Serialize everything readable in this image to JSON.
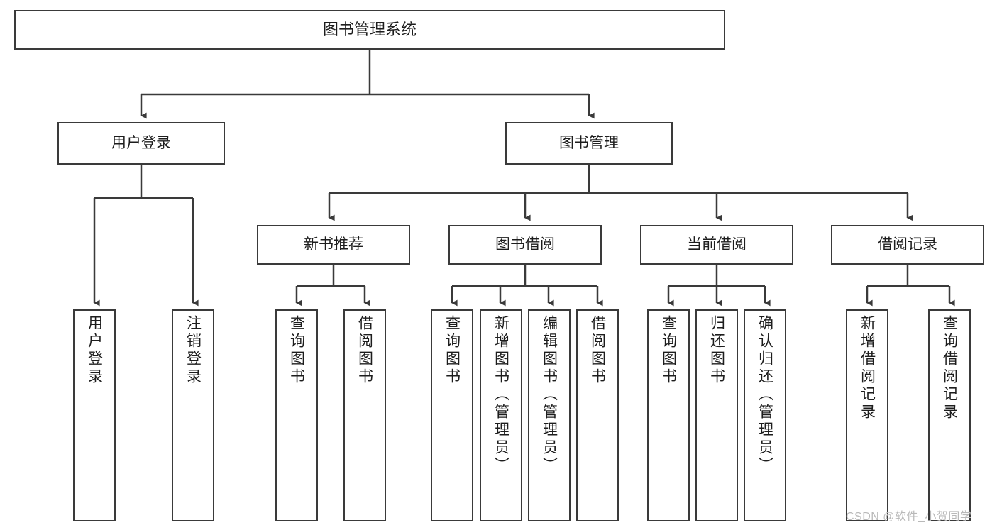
{
  "diagram": {
    "title": "图书管理系统",
    "type": "tree-hierarchy-flowchart",
    "colors": {
      "stroke": "#3a3a3a",
      "fill": "#ffffff",
      "text": "#1d1d1d",
      "watermark": "#b9b9b9"
    },
    "root": {
      "label": "图书管理系统"
    },
    "level2": [
      {
        "label": "用户登录"
      },
      {
        "label": "图书管理"
      }
    ],
    "level3": [
      {
        "label": "新书推荐"
      },
      {
        "label": "图书借阅"
      },
      {
        "label": "当前借阅"
      },
      {
        "label": "借阅记录"
      }
    ],
    "leaves": {
      "user_login": [
        {
          "label": "用户登录"
        },
        {
          "label": "注销登录"
        }
      ],
      "new_book_recommend": [
        {
          "label": "查询图书"
        },
        {
          "label": "借阅图书"
        }
      ],
      "book_borrow": [
        {
          "label": "查询图书"
        },
        {
          "label": "新增图书（管理员）"
        },
        {
          "label": "编辑图书（管理员）"
        },
        {
          "label": "借阅图书"
        }
      ],
      "current_borrow": [
        {
          "label": "查询图书"
        },
        {
          "label": "归还图书"
        },
        {
          "label": "确认归还（管理员）"
        }
      ],
      "borrow_record": [
        {
          "label": "新增借阅记录"
        },
        {
          "label": "查询借阅记录"
        }
      ]
    }
  },
  "watermark": {
    "text": "CSDN @软件_小贺同学"
  }
}
